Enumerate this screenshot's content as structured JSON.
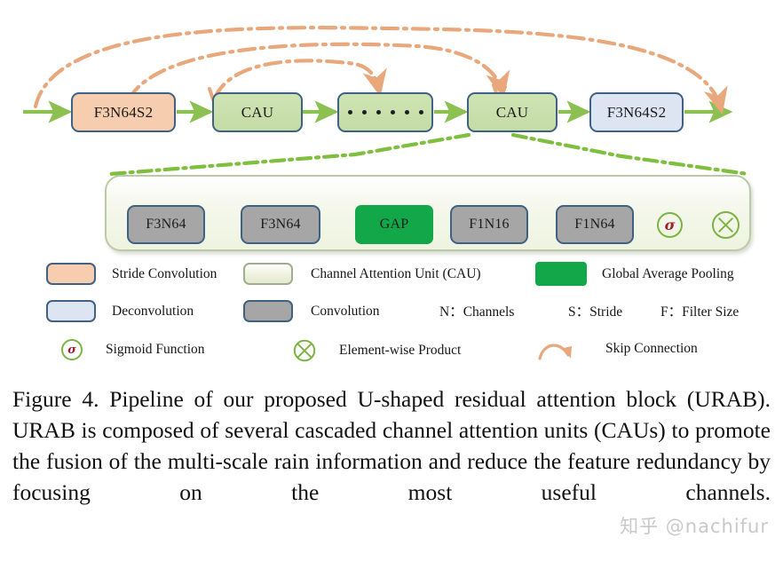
{
  "figure": {
    "pipeline": {
      "nodes": [
        {
          "id": "enc",
          "label": "F3N64S2",
          "type": "stride"
        },
        {
          "id": "cau1",
          "label": "CAU",
          "type": "cau"
        },
        {
          "id": "dots",
          "label": "······",
          "type": "cau"
        },
        {
          "id": "cau2",
          "label": "CAU",
          "type": "cau"
        },
        {
          "id": "dec",
          "label": "F3N64S2",
          "type": "deconv"
        }
      ]
    },
    "cau_detail": {
      "nodes": [
        {
          "id": "c1",
          "label": "F3N64",
          "type": "conv"
        },
        {
          "id": "c2",
          "label": "F3N64",
          "type": "conv"
        },
        {
          "id": "gap",
          "label": "GAP",
          "type": "gap"
        },
        {
          "id": "c3",
          "label": "F1N16",
          "type": "conv"
        },
        {
          "id": "c4",
          "label": "F1N64",
          "type": "conv"
        },
        {
          "id": "sigma",
          "label": "σ",
          "type": "sigmoid-circle"
        },
        {
          "id": "prod",
          "label": "⊗",
          "type": "product-circle"
        }
      ]
    },
    "legend": {
      "rows": [
        [
          {
            "icon": "stride-convolution-swatch",
            "label": "Stride Convolution"
          },
          {
            "icon": "channel-attention-unit-swatch",
            "label": "Channel Attention Unit  (CAU)"
          },
          {
            "icon": "global-average-pooling-swatch",
            "label": "Global Average Pooling"
          }
        ],
        [
          {
            "icon": "deconvolution-swatch",
            "label": "Deconvolution"
          },
          {
            "icon": "convolution-swatch",
            "label": "Convolution"
          },
          {
            "icon": "none",
            "label": "N：Channels"
          },
          {
            "icon": "none",
            "label": "S：Stride"
          },
          {
            "icon": "none",
            "label": "F：Filter Size"
          }
        ],
        [
          {
            "icon": "sigmoid-circle-icon",
            "label": "Sigmoid Function"
          },
          {
            "icon": "element-wise-product-icon",
            "label": "Element-wise Product"
          },
          {
            "icon": "skip-connection-icon",
            "label": "Skip Connection"
          }
        ]
      ]
    },
    "colors": {
      "stride_convolution": "#F6CDAE",
      "deconvolution": "#DDE4F2",
      "cau_box": "#C7DFAA",
      "convolution": "#A6A6A6",
      "global_average_pooling": "#12A84A",
      "box_border": "#3F6184",
      "flow_arrow": "#8CC152",
      "skip_connection": "#E8A87C",
      "detail_link": "#7FBF3F",
      "sigmoid_glyph": "#A01B2E"
    }
  },
  "caption": {
    "text": "Figure 4. Pipeline of our proposed U-shaped residual attention block (URAB). URAB is composed of several cascaded channel attention units (CAUs) to promote the fusion of the multi-scale rain information and reduce the feature redundancy by focusing on the most useful channels."
  },
  "watermark": {
    "text": "知乎 @nachifur"
  }
}
